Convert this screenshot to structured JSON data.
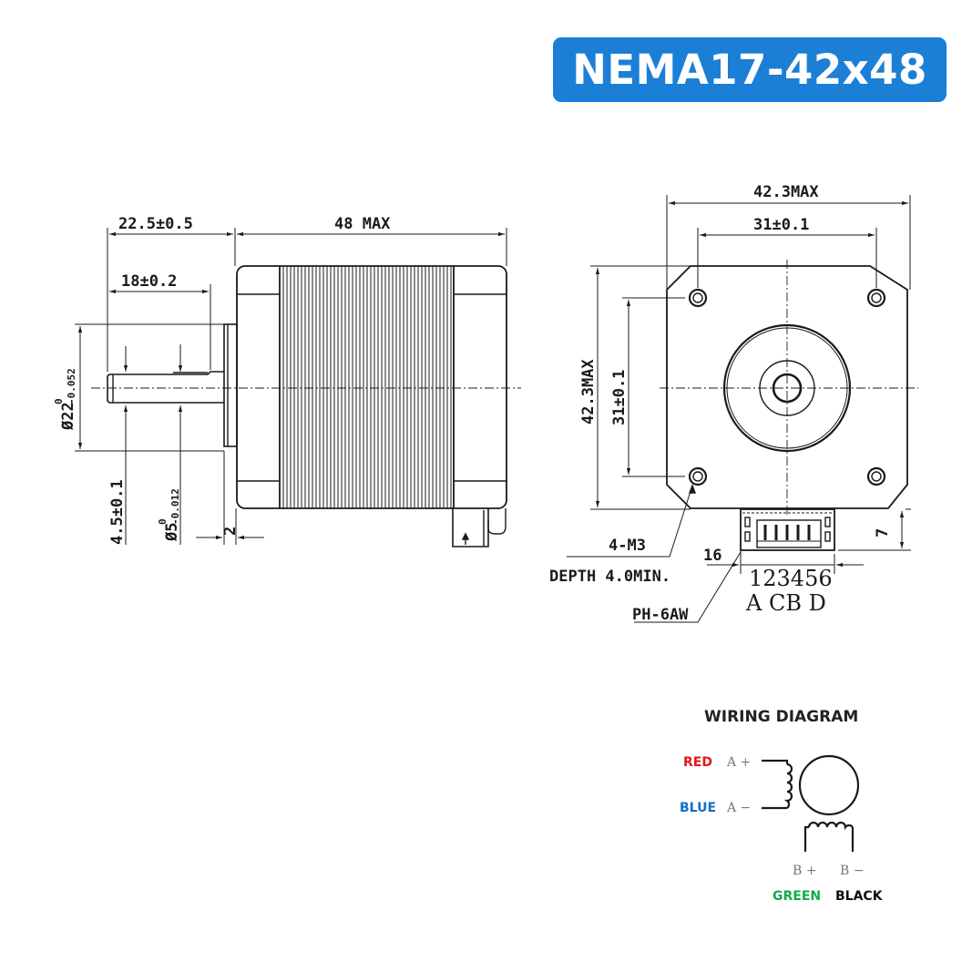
{
  "title": "NEMA17-42x48",
  "colors": {
    "badge_bg": "#1b7fd6",
    "badge_text": "#ffffff",
    "line": "#1a1a1a",
    "red": "#e3141b",
    "blue": "#0f6fc6",
    "green": "#12a84a",
    "black": "#111111"
  },
  "side_view": {
    "dims": {
      "shaft_flat_total": "22.5±0.5",
      "body_length": "48 MAX",
      "shaft_length": "18±0.2",
      "boss_diameter_main": "Ø22",
      "boss_diameter_tol_upper": "0",
      "boss_diameter_tol_lower": "-0.052",
      "flat_depth": "4.5±0.1",
      "shaft_diameter_main": "Ø5",
      "shaft_diameter_tol_upper": "0",
      "shaft_diameter_tol_lower": "-0.012",
      "boss_height": "2"
    }
  },
  "front_view": {
    "dims": {
      "width": "42.3MAX",
      "hole_spacing_h": "31±0.1",
      "height": "42.3MAX",
      "hole_spacing_v": "31±0.1",
      "connector_height": "7",
      "connector_width": "16"
    },
    "notes": {
      "mount_holes": "4-M3",
      "hole_depth": "DEPTH 4.0MIN.",
      "connector_type": "PH-6AW",
      "pin_numbers": "123456",
      "pin_phases": "A CB D"
    }
  },
  "wiring_diagram": {
    "title": "WIRING DIAGRAM",
    "wires": [
      {
        "color_name": "RED",
        "pin": "A +"
      },
      {
        "color_name": "BLUE",
        "pin": "A −"
      },
      {
        "color_name": "GREEN",
        "pin": "B +"
      },
      {
        "color_name": "BLACK",
        "pin": "B −"
      }
    ]
  }
}
